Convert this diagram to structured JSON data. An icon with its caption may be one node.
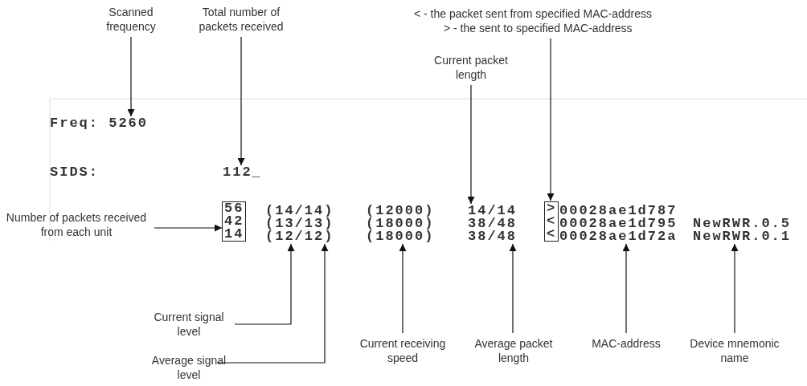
{
  "diagram": {
    "nodes": [
      {
        "text": [
          "Scanned frequency"
        ]
      },
      {
        "text": [
          "Total number of packets received"
        ]
      },
      {
        "text": [
          "< - the packet sent from specified MAC-address",
          "> - the sent to specified MAC-address"
        ]
      },
      {
        "text": [
          "Current packet length"
        ]
      },
      {
        "text": [
          "Freq: 5260"
        ]
      },
      {
        "text": [
          "112_"
        ]
      },
      {
        "text": [
          "Number of packets received from each unit"
        ]
      },
      {
        "text": [
          "56",
          "42",
          "14"
        ]
      },
      {
        "text": [
          "(14/14)",
          "(13/13)",
          "(12/12)"
        ]
      },
      {
        "text": [
          "(12000)",
          "(18000)",
          "(18000)"
        ]
      },
      {
        "text": [
          "14/14",
          "38/48",
          "38/48"
        ]
      },
      {
        "text": [
          ">",
          "<",
          "<"
        ]
      },
      {
        "text": [
          "00028ae1d787",
          "00028ae1d795",
          "00028ae1d72a"
        ]
      },
      {
        "text": [
          "NewRWR.0.5",
          "NewRWR.0.1"
        ]
      },
      {
        "text": [
          "Current signal level"
        ]
      },
      {
        "text": [
          "Average signal level"
        ]
      },
      {
        "text": [
          "Current receiving speed"
        ]
      },
      {
        "text": [
          "Average packet length"
        ]
      },
      {
        "text": [
          "MAC-address"
        ]
      },
      {
        "text": [
          "Device mnemonic name"
        ]
      }
    ],
    "edges": [
      {
        "from": 0,
        "to": 4,
        "arrow": "to"
      },
      {
        "from": 1,
        "to": 5,
        "arrow": "to"
      },
      {
        "from": 2,
        "to": 11,
        "arrow": "to"
      },
      {
        "from": 3,
        "to": 10,
        "arrow": "to"
      },
      {
        "from": 6,
        "to": 7,
        "arrow": "to"
      },
      {
        "from": 14,
        "to": 8,
        "arrow": "to"
      },
      {
        "from": 15,
        "to": 8,
        "arrow": "to"
      },
      {
        "from": 16,
        "to": 9,
        "arrow": "to"
      },
      {
        "from": 17,
        "to": 10,
        "arrow": "to"
      },
      {
        "from": 18,
        "to": 12,
        "arrow": "to"
      },
      {
        "from": 19,
        "to": 13,
        "arrow": "to"
      }
    ],
    "labels": [
      "SIDS:"
    ]
  }
}
